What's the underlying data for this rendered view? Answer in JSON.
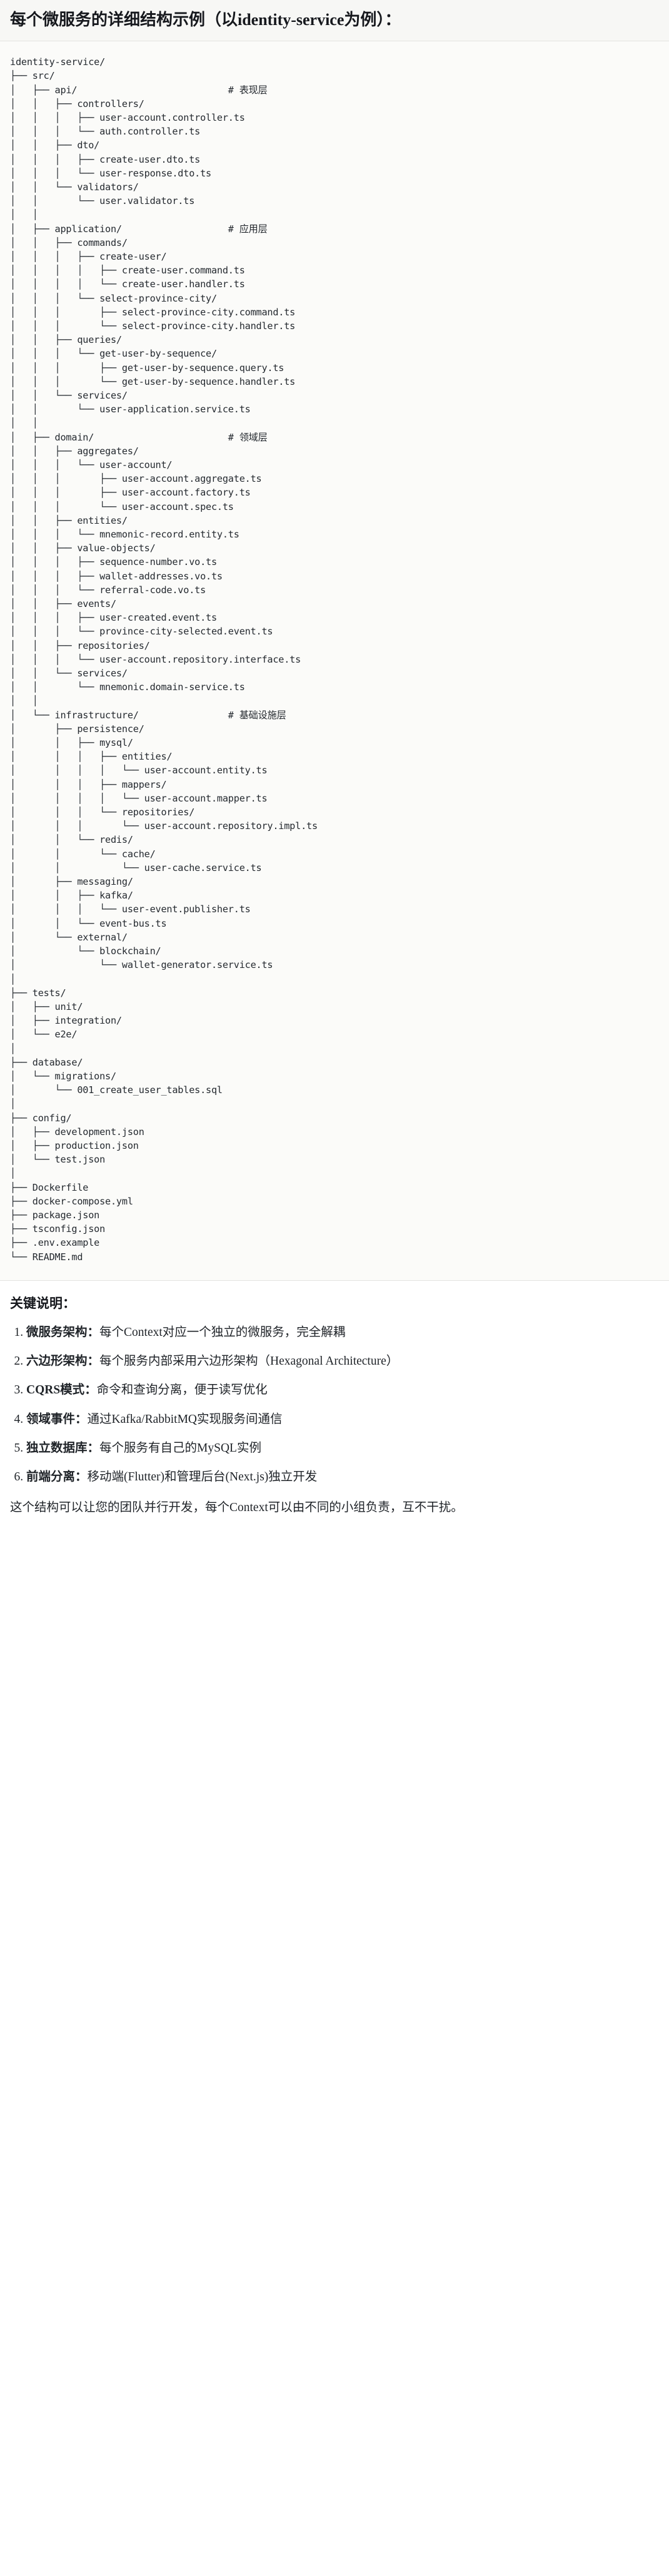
{
  "header": {
    "title": "每个微服务的详细结构示例（以identity-service为例）："
  },
  "code_block": {
    "language": "text",
    "tree_text": "identity-service/\n├── src/\n│   ├── api/                           # 表现层\n│   │   ├── controllers/\n│   │   │   ├── user-account.controller.ts\n│   │   │   └── auth.controller.ts\n│   │   ├── dto/\n│   │   │   ├── create-user.dto.ts\n│   │   │   └── user-response.dto.ts\n│   │   └── validators/\n│   │       └── user.validator.ts\n│   │\n│   ├── application/                   # 应用层\n│   │   ├── commands/\n│   │   │   ├── create-user/\n│   │   │   │   ├── create-user.command.ts\n│   │   │   │   └── create-user.handler.ts\n│   │   │   └── select-province-city/\n│   │   │       ├── select-province-city.command.ts\n│   │   │       └── select-province-city.handler.ts\n│   │   ├── queries/\n│   │   │   └── get-user-by-sequence/\n│   │   │       ├── get-user-by-sequence.query.ts\n│   │   │       └── get-user-by-sequence.handler.ts\n│   │   └── services/\n│   │       └── user-application.service.ts\n│   │\n│   ├── domain/                        # 领域层\n│   │   ├── aggregates/\n│   │   │   └── user-account/\n│   │   │       ├── user-account.aggregate.ts\n│   │   │       ├── user-account.factory.ts\n│   │   │       └── user-account.spec.ts\n│   │   ├── entities/\n│   │   │   └── mnemonic-record.entity.ts\n│   │   ├── value-objects/\n│   │   │   ├── sequence-number.vo.ts\n│   │   │   ├── wallet-addresses.vo.ts\n│   │   │   └── referral-code.vo.ts\n│   │   ├── events/\n│   │   │   ├── user-created.event.ts\n│   │   │   └── province-city-selected.event.ts\n│   │   ├── repositories/\n│   │   │   └── user-account.repository.interface.ts\n│   │   └── services/\n│   │       └── mnemonic.domain-service.ts\n│   │\n│   └── infrastructure/                # 基础设施层\n│       ├── persistence/\n│       │   ├── mysql/\n│       │   │   ├── entities/\n│       │   │   │   └── user-account.entity.ts\n│       │   │   ├── mappers/\n│       │   │   │   └── user-account.mapper.ts\n│       │   │   └── repositories/\n│       │   │       └── user-account.repository.impl.ts\n│       │   └── redis/\n│       │       └── cache/\n│       │           └── user-cache.service.ts\n│       ├── messaging/\n│       │   ├── kafka/\n│       │   │   └── user-event.publisher.ts\n│       │   └── event-bus.ts\n│       └── external/\n│           └── blockchain/\n│               └── wallet-generator.service.ts\n│\n├── tests/\n│   ├── unit/\n│   ├── integration/\n│   └── e2e/\n│\n├── database/\n│   └── migrations/\n│       └── 001_create_user_tables.sql\n│\n├── config/\n│   ├── development.json\n│   ├── production.json\n│   └── test.json\n│\n├── Dockerfile\n├── docker-compose.yml\n├── package.json\n├── tsconfig.json\n├── .env.example\n└── README.md"
  },
  "notes": {
    "title": "关键说明：",
    "items": [
      {
        "term": "微服务架构",
        "sep": "：",
        "desc": "每个Context对应一个独立的微服务，完全解耦"
      },
      {
        "term": "六边形架构",
        "sep": "：",
        "desc": "每个服务内部采用六边形架构（Hexagonal Architecture）"
      },
      {
        "term": "CQRS模式",
        "sep": "：",
        "desc": "命令和查询分离，便于读写优化"
      },
      {
        "term": "领域事件",
        "sep": "：",
        "desc": "通过Kafka/RabbitMQ实现服务间通信"
      },
      {
        "term": "独立数据库",
        "sep": "：",
        "desc": "每个服务有自己的MySQL实例"
      },
      {
        "term": "前端分离",
        "sep": "：",
        "desc": "移动端(Flutter)和管理后台(Next.js)独立开发"
      }
    ],
    "closing": "这个结构可以让您的团队并行开发，每个Context可以由不同的小组负责，互不干扰。"
  },
  "colors": {
    "page_background": "#ffffff",
    "header_background": "#f7f7f5",
    "code_background": "#fbfbf9",
    "text": "#1f2328",
    "border": "#e3e3e0"
  }
}
